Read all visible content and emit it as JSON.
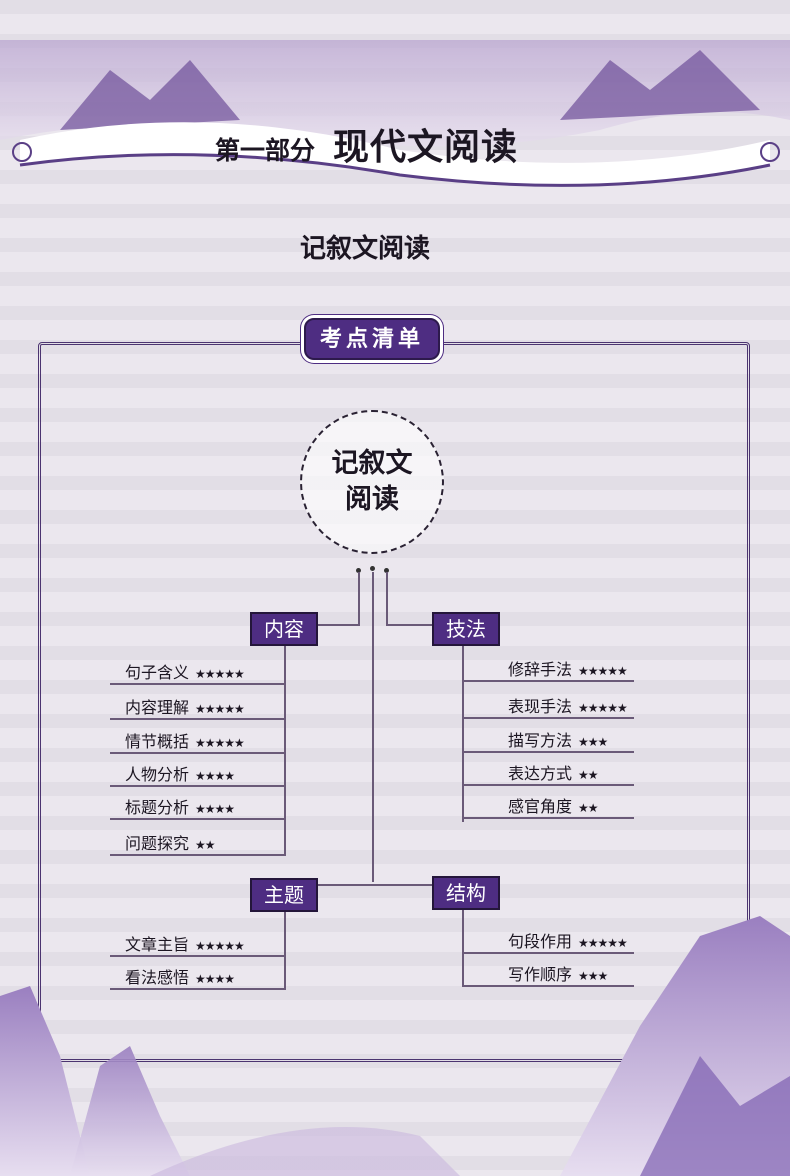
{
  "header": {
    "part": "第一部分",
    "title": "现代文阅读"
  },
  "subtitle": "记叙文阅读",
  "tag": "考点清单",
  "center": {
    "line1": "记叙文",
    "line2": "阅读"
  },
  "branches": {
    "content": {
      "label": "内容",
      "items": [
        {
          "name": "句子含义",
          "stars": "★★★★★"
        },
        {
          "name": "内容理解",
          "stars": "★★★★★"
        },
        {
          "name": "情节概括",
          "stars": "★★★★★"
        },
        {
          "name": "人物分析",
          "stars": "★★★★"
        },
        {
          "name": "标题分析",
          "stars": "★★★★"
        },
        {
          "name": "问题探究",
          "stars": "★★"
        }
      ]
    },
    "technique": {
      "label": "技法",
      "items": [
        {
          "name": "修辞手法",
          "stars": "★★★★★"
        },
        {
          "name": "表现手法",
          "stars": "★★★★★"
        },
        {
          "name": "描写方法",
          "stars": "★★★"
        },
        {
          "name": "表达方式",
          "stars": "★★"
        },
        {
          "name": "感官角度",
          "stars": "★★"
        }
      ]
    },
    "theme": {
      "label": "主题",
      "items": [
        {
          "name": "文章主旨",
          "stars": "★★★★★"
        },
        {
          "name": "看法感悟",
          "stars": "★★★★"
        }
      ]
    },
    "structure": {
      "label": "结构",
      "items": [
        {
          "name": "句段作用",
          "stars": "★★★★★"
        },
        {
          "name": "写作顺序",
          "stars": "★★★"
        }
      ]
    }
  },
  "colors": {
    "accent": "#4e2d82",
    "bg": "#ebe7ee"
  }
}
